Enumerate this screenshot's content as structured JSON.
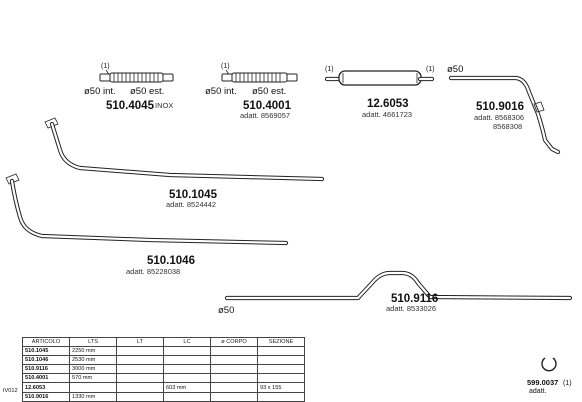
{
  "labels": {
    "flex1_marker": "(1)",
    "flex1_diam_int": "ø50 int.",
    "flex1_diam_est": "ø50 est.",
    "flex1_code": "510.4045",
    "flex1_note": "INOX",
    "flex2_marker": "(1)",
    "flex2_diam_int": "ø50 int.",
    "flex2_diam_est": "ø50 est.",
    "flex2_code": "510.4001",
    "flex2_adatt": "adatt. 8569057",
    "muffler_marker_left": "(1)",
    "muffler_marker_right": "(1)",
    "muffler_code": "12.6053",
    "muffler_adatt": "adatt. 4661723",
    "pipe9016_diam": "ø50",
    "pipe9016_code": "510.9016",
    "pipe9016_adatt1": "adatt. 8568306",
    "pipe9016_adatt2": "8568308",
    "pipe1045_code": "510.1045",
    "pipe1045_adatt": "adatt. 8524442",
    "pipe1046_code": "510.1046",
    "pipe1046_adatt": "adatt. 85228038",
    "pipe9116_code": "510.9116",
    "pipe9116_adatt": "adatt. 8533026",
    "pipe9116_diam": "ø50",
    "clamp_code": "599.0037",
    "clamp_marker": "(1)",
    "clamp_adatt": "adatt."
  },
  "table": {
    "headers": [
      "ARTICOLO",
      "LTS",
      "LT",
      "LC",
      "ø CORPO",
      "SEZIONE"
    ],
    "rows": [
      {
        "art": "510.1045",
        "lts": "2250 mm",
        "lt": "",
        "lc": "",
        "corpo": "",
        "sez": ""
      },
      {
        "art": "510.1046",
        "lts": "2530 mm",
        "lt": "",
        "lc": "",
        "corpo": "",
        "sez": ""
      },
      {
        "art": "510.9116",
        "lts": "3000 mm",
        "lt": "",
        "lc": "",
        "corpo": "",
        "sez": ""
      },
      {
        "art": "510.4001",
        "lts": "570 mm",
        "lt": "",
        "lc": "",
        "corpo": "",
        "sez": ""
      },
      {
        "art": "12.6053",
        "lts": "",
        "lt": "",
        "lc": "603 mm",
        "corpo": "",
        "sez": "93 x 155"
      },
      {
        "art": "510.9016",
        "lts": "1330 mm",
        "lt": "",
        "lc": "",
        "corpo": "",
        "sez": ""
      }
    ]
  },
  "catalog_code": "IV012"
}
